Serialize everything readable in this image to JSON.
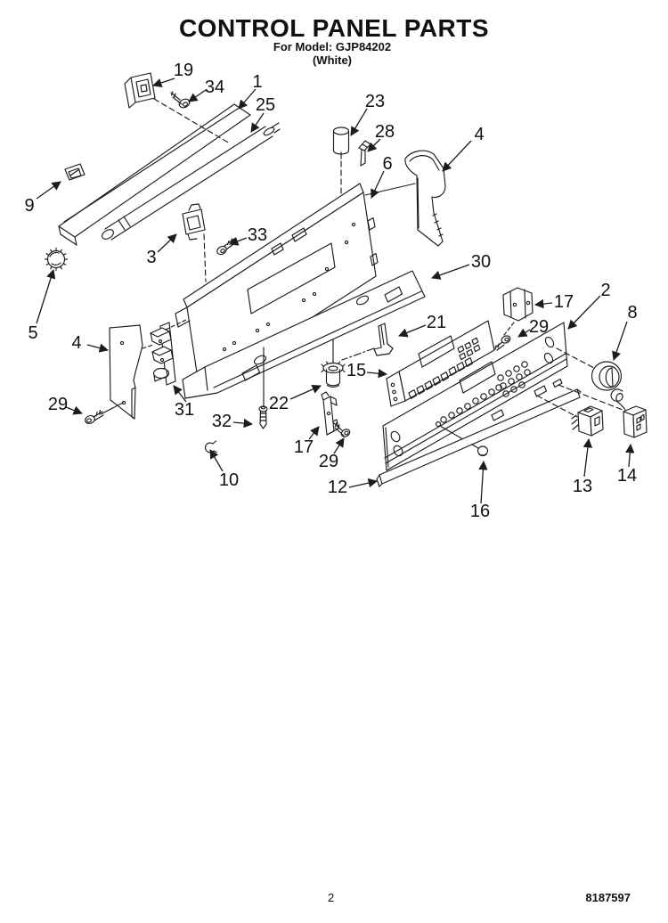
{
  "page": {
    "title": "CONTROL PANEL PARTS",
    "subtitle_model": "For Model: GJP84202",
    "subtitle_color": "(White)",
    "footer_page_number": "2",
    "footer_document_number": "8187597"
  },
  "diagram": {
    "kind": "exploded-parts-diagram",
    "ink_color": "#1c1c1c",
    "paper_color": "#ffffff",
    "callouts": [
      "19",
      "34",
      "1",
      "25",
      "23",
      "28",
      "4",
      "6",
      "9",
      "33",
      "3",
      "30",
      "5",
      "17",
      "2",
      "29",
      "8",
      "4",
      "21",
      "15",
      "29",
      "31",
      "22",
      "32",
      "17",
      "29",
      "10",
      "12",
      "16",
      "13",
      "14"
    ]
  }
}
